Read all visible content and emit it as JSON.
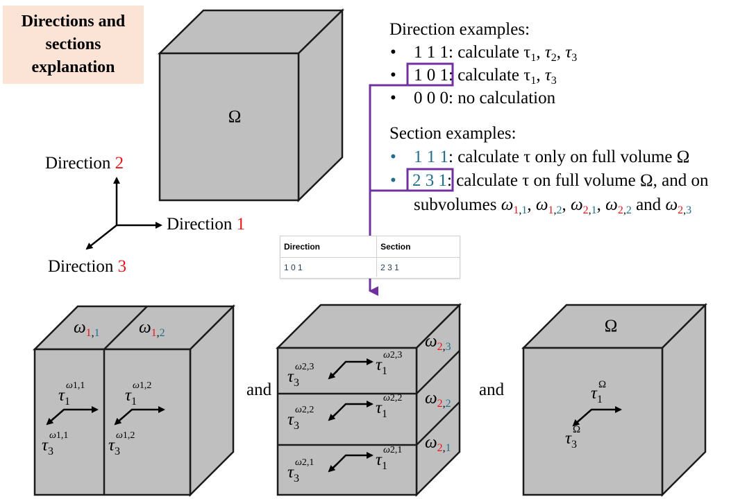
{
  "title": "Directions and\nsections\nexplanation",
  "axes": {
    "direction_word": "Direction",
    "dir1": "1",
    "dir2": "2",
    "dir3": "3"
  },
  "omega_symbol": "Ω",
  "direction_examples": {
    "heading": "Direction examples:",
    "bullet": "•",
    "items": [
      {
        "code": "1 1 1",
        "text": ": calculate τ",
        "subs": [
          "1",
          "2",
          "3"
        ]
      },
      {
        "code": "1 0 1",
        "text": ": calculate τ",
        "subs": [
          "1",
          "3"
        ]
      },
      {
        "code": "0 0 0",
        "text": ": no calculation"
      }
    ]
  },
  "section_examples": {
    "heading": "Section examples:",
    "item1_code": "1 1 1",
    "item1_text": ": calculate τ only on full volume Ω",
    "item2_code": "2 3 1",
    "item2_text": ": calculate τ on full volume Ω, and on",
    "item2_cont": "subvolumes",
    "subvolumes": [
      {
        "a": "1",
        "b": "1"
      },
      {
        "a": "1",
        "b": "2"
      },
      {
        "a": "2",
        "b": "1"
      },
      {
        "a": "2",
        "b": "2"
      },
      {
        "a": "2",
        "b": "3"
      }
    ],
    "separators": [
      ",",
      ",",
      ",",
      "and"
    ]
  },
  "table": {
    "headers": [
      "Direction",
      "Section"
    ],
    "row": [
      "1 0 1",
      "2 3 1"
    ]
  },
  "connector_word": "and",
  "colors": {
    "red": "#e8171b",
    "teal": "#1f6f8b",
    "purple": "#7030a0",
    "cube_face": "#bfbfbf",
    "title_bg": "#fbe3d6"
  }
}
